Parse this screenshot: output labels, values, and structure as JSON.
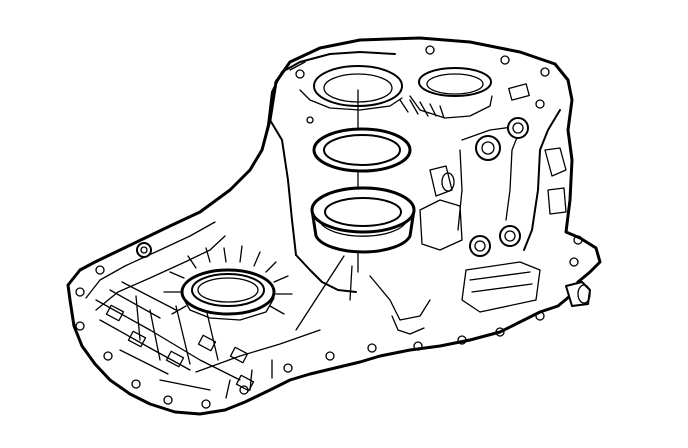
{
  "figure": {
    "subject": "transaxle-case-with-bearing-races-and-shim",
    "parts": [
      "transaxle-case",
      "bearing-race-upper",
      "bearing-shim",
      "bearing-race-lower",
      "axle-seal"
    ]
  },
  "colors": {
    "line": "#000000",
    "background": "#ffffff"
  }
}
